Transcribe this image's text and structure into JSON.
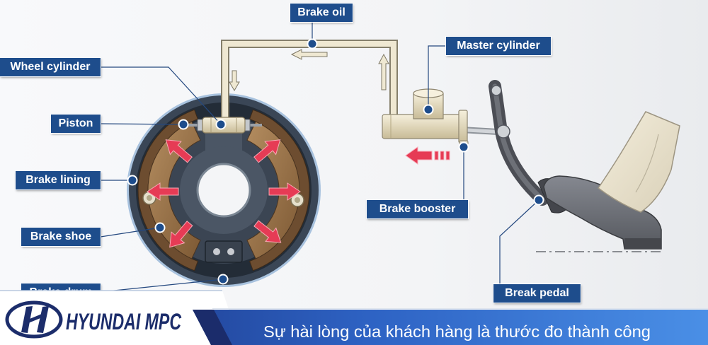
{
  "diagram": {
    "labels": {
      "brake_oil": "Brake oil",
      "wheel_cylinder": "Wheel cylinder",
      "master_cylinder": "Master cylinder",
      "piston": "Piston",
      "brake_lining": "Brake lining",
      "brake_booster": "Brake booster",
      "brake_shoe": "Brake shoe",
      "brake_drum": "Brake drum",
      "break_pedal": "Break pedal"
    }
  },
  "banner": {
    "brand": "HYUNDAI MPC",
    "slogan": "Sự hài lòng của khách hàng là thước đo thành công"
  },
  "colors": {
    "label_background": "#1e4d8c",
    "label_text": "#ffffff",
    "connector": "#24487f",
    "brake_arrow": "#e63b55",
    "brand_navy": "#1c2d6b",
    "banner_blue": "#4a8fe6"
  },
  "icons": {
    "logo": "hyundai-logo-icon"
  }
}
